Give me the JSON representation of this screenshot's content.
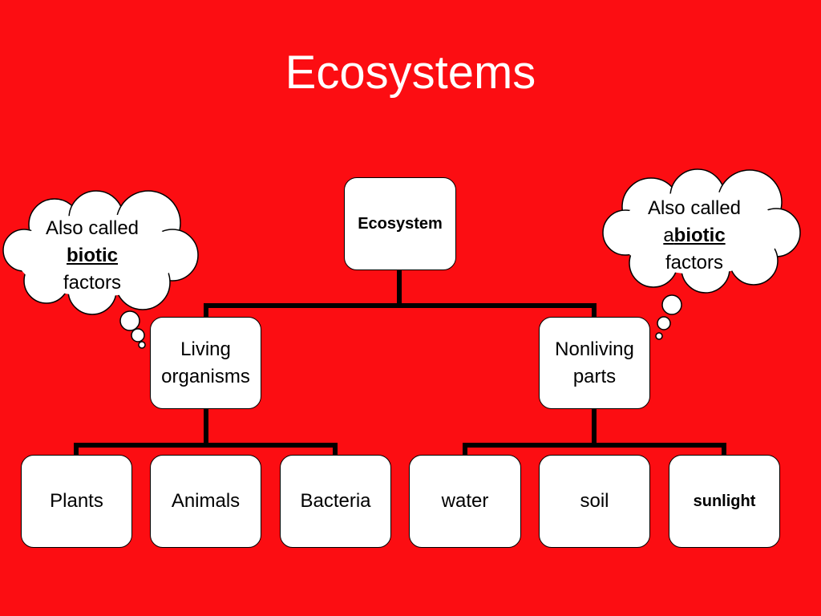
{
  "title": "Ecosystems",
  "root": {
    "label": "Ecosystem"
  },
  "living": {
    "line1": "Living",
    "line2": "organisms"
  },
  "nonliving": {
    "line1": "Nonliving",
    "line2": "parts"
  },
  "leaves": {
    "plants": "Plants",
    "animals": "Animals",
    "bacteria": "Bacteria",
    "water": "water",
    "soil": "soil",
    "sunlight": "sunlight"
  },
  "cloud_left": {
    "line1": "Also called",
    "key": "biotic",
    "line3": "factors"
  },
  "cloud_right": {
    "line1": "Also called",
    "prefix": "a",
    "key": "biotic",
    "line3": "factors"
  },
  "colors": {
    "background": "#fc0d12",
    "box": "#ffffff",
    "line": "#000000"
  }
}
